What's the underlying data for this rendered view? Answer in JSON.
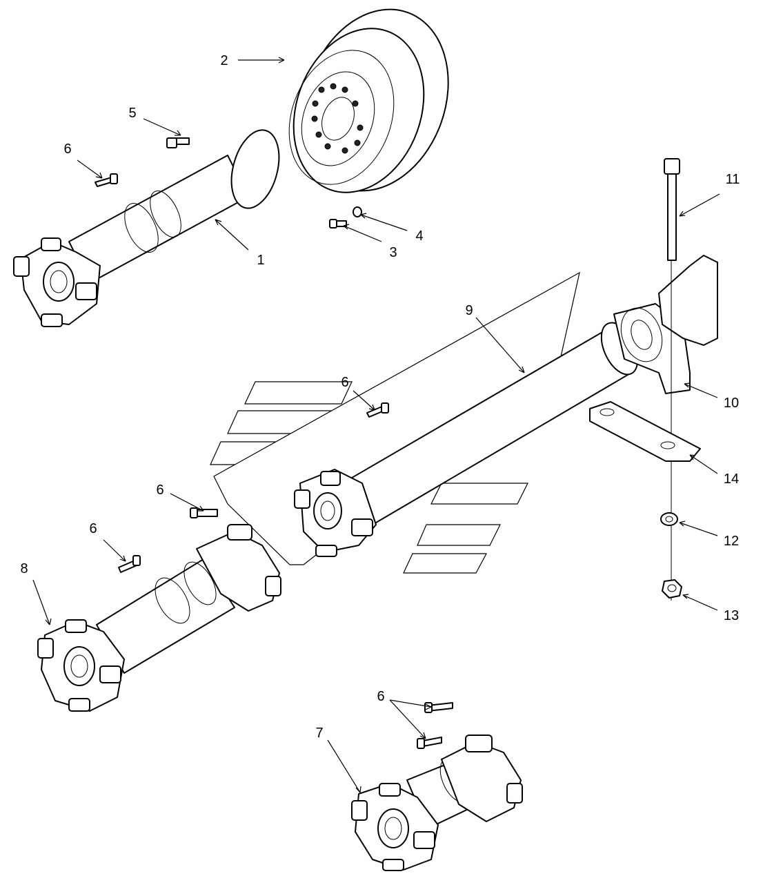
{
  "callouts": [
    {
      "id": "callout-1",
      "text": "1"
    },
    {
      "id": "callout-2",
      "text": "2"
    },
    {
      "id": "callout-3",
      "text": "3"
    },
    {
      "id": "callout-4",
      "text": "4"
    },
    {
      "id": "callout-5",
      "text": "5"
    },
    {
      "id": "callout-6a",
      "text": "6"
    },
    {
      "id": "callout-6b",
      "text": "6"
    },
    {
      "id": "callout-6c",
      "text": "6"
    },
    {
      "id": "callout-6d",
      "text": "6"
    },
    {
      "id": "callout-6e",
      "text": "6"
    },
    {
      "id": "callout-7",
      "text": "7"
    },
    {
      "id": "callout-8",
      "text": "8"
    },
    {
      "id": "callout-9",
      "text": "9"
    },
    {
      "id": "callout-10",
      "text": "10"
    },
    {
      "id": "callout-11",
      "text": "11"
    },
    {
      "id": "callout-12",
      "text": "12"
    },
    {
      "id": "callout-13",
      "text": "13"
    },
    {
      "id": "callout-14",
      "text": "14"
    }
  ]
}
